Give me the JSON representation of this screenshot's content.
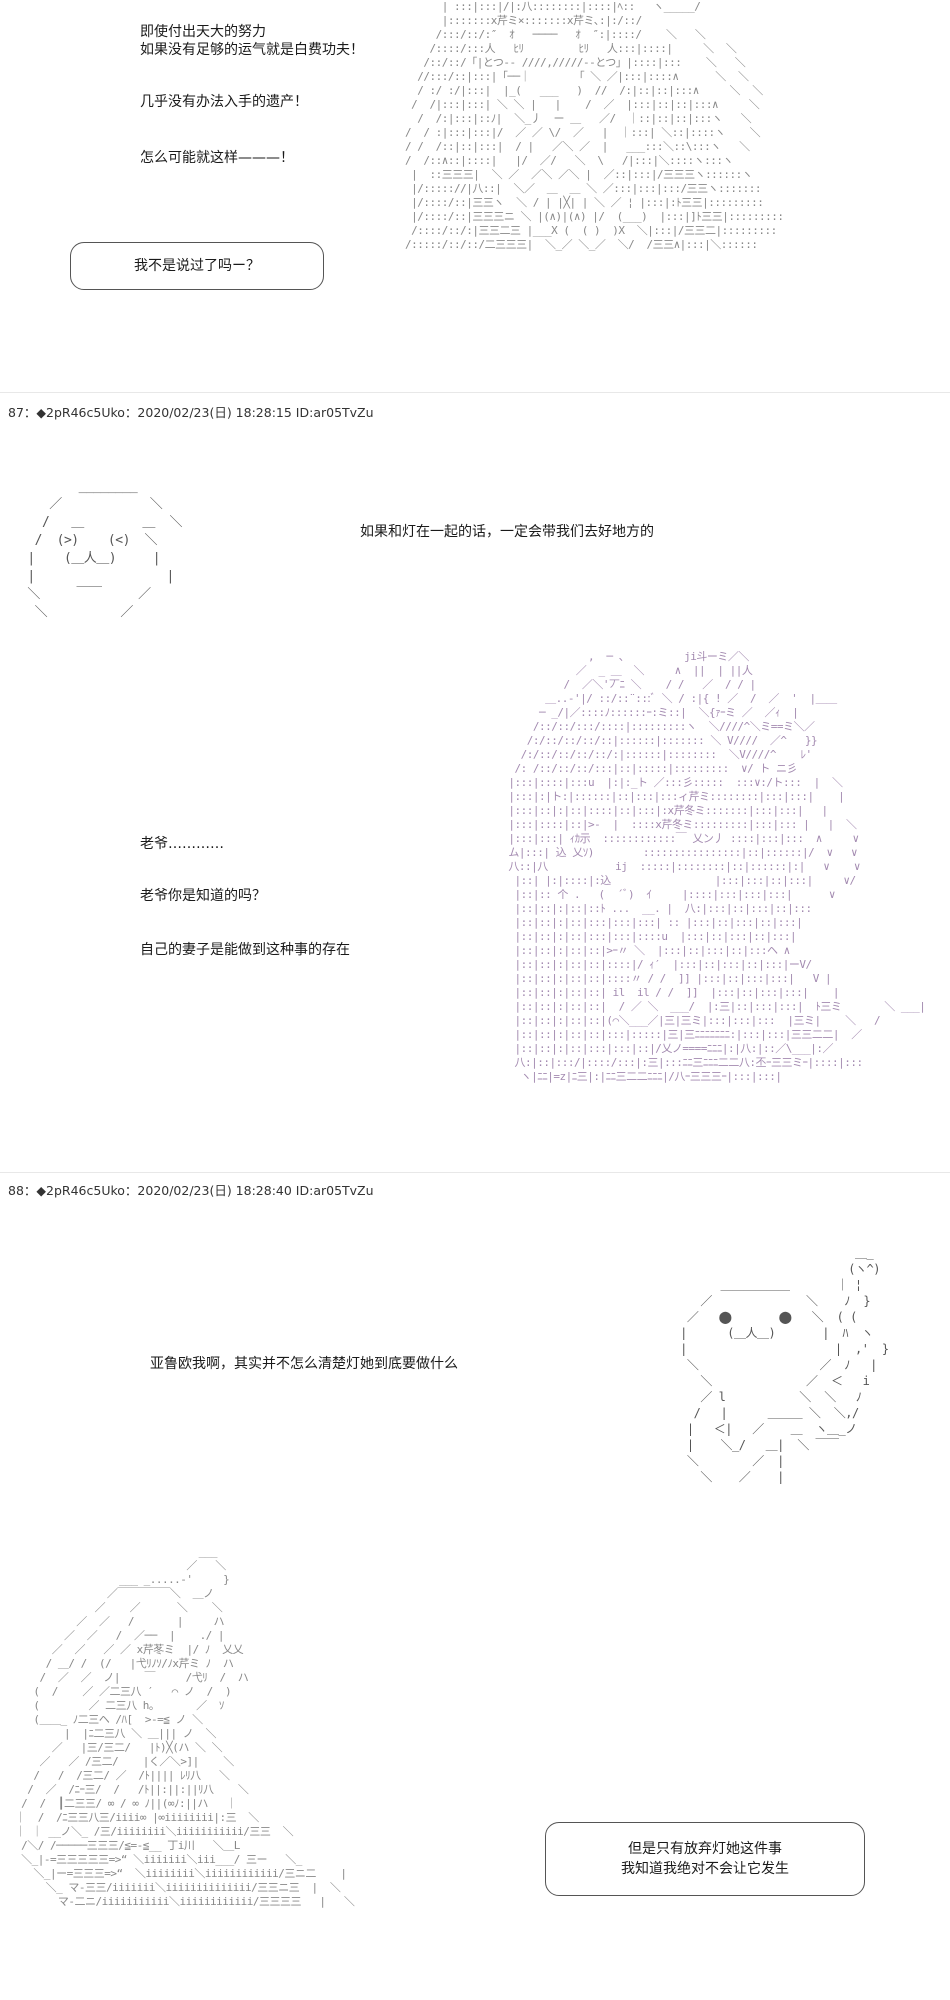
{
  "section1": {
    "lines": [
      "即使付出天大的努力",
      "如果没有足够的运气就是白费功夫！",
      "几乎没有办法入手的遗产！",
      "怎么可能就这样———！"
    ],
    "bubble": "我不是说过了吗ー？"
  },
  "post87": {
    "header": "87：◆2pR46c5Uko：2020/02/23(日) 18:28:15 ID:ar05TvZu",
    "line1": "如果和灯在一起的话，一定会带我们去好地方的",
    "line2": "老爷…………",
    "line3": "老爷你是知道的吗？",
    "line4": "自己的妻子是能做到这种事的存在"
  },
  "post88": {
    "header": "88：◆2pR46c5Uko：2020/02/23(日) 18:28:40 ID:ar05TvZu",
    "line1": "亚鲁欧我啊，其实并不怎么清楚灯她到底要做什么",
    "bubble_line1": "但是只有放弃灯她这件事",
    "bubble_line2": "我知道我绝对不会让它发生"
  }
}
